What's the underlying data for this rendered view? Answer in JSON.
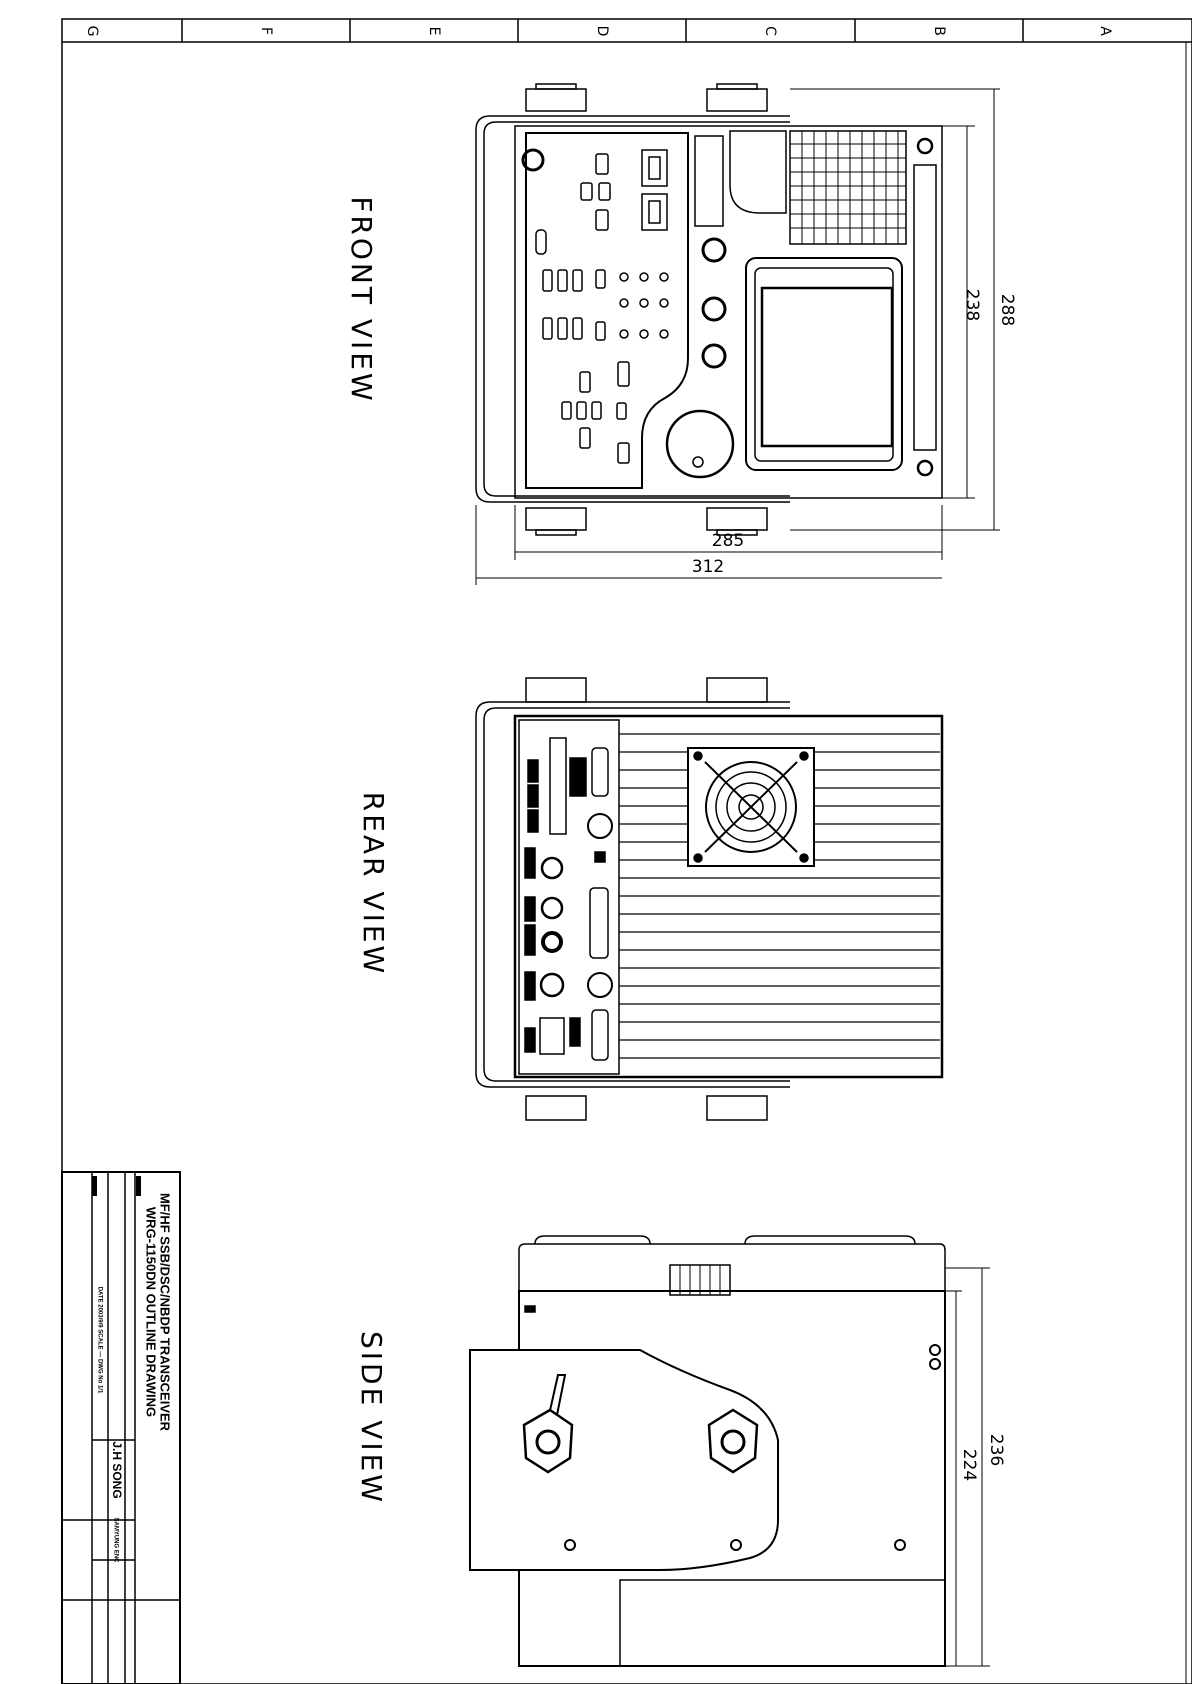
{
  "zones": [
    "G",
    "F",
    "E",
    "D",
    "C",
    "B",
    "A"
  ],
  "views": {
    "front": "FRONT VIEW",
    "rear": "REAR VIEW",
    "side": "SIDE VIEW"
  },
  "dimensions": {
    "front_width_inner": "285",
    "front_width_outer": "312",
    "front_height_inner": "238",
    "front_height_outer": "288",
    "side_height_inner": "224",
    "side_height_outer": "236"
  },
  "title_block": {
    "line1": "MF/HF SSB/DSC/NBDP TRANSCEIVER",
    "line2": "WRG-1150DN  OUTLINE DRAWING",
    "drawn_by": "J.H SONG",
    "small_note": "DATE 2003/9/9  SCALE —  DWG No 1/1",
    "company": "SAMYUNG ENC"
  },
  "colors": {
    "line": "#000000",
    "background": "#ffffff"
  }
}
